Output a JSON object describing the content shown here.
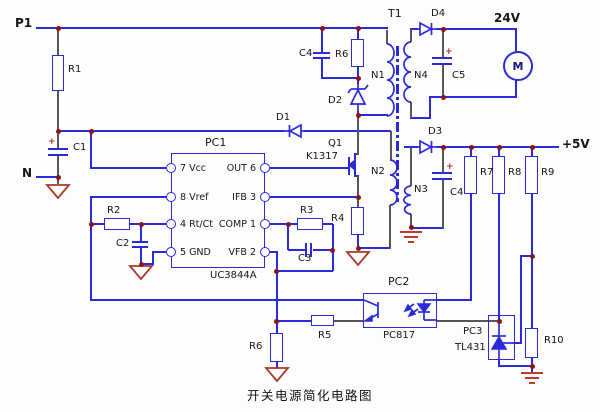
{
  "caption": "开关电源简化电路图",
  "rails": {
    "input_line": "P1",
    "input_neutral": "N",
    "output_24v": "24V",
    "output_5v": "+5V"
  },
  "controller": {
    "ref": "PC1",
    "part": "UC3844A",
    "pins_left": [
      "7 Vcc",
      "8 Vref",
      "4 Rt/Ct",
      "5 GND"
    ],
    "pins_right": [
      "OUT 6",
      "IFB 3",
      "COMP 1",
      "VFB 2"
    ]
  },
  "mosfet": {
    "ref": "Q1",
    "part": "K1317"
  },
  "optocoupler": {
    "ref": "PC2",
    "part": "PC817"
  },
  "shunt_regulator": {
    "ref": "PC3",
    "part": "TL431"
  },
  "transformer": {
    "ref": "T1",
    "windings": {
      "n1": "N1",
      "n2": "N2",
      "n3": "N3",
      "n4": "N4"
    }
  },
  "motor": {
    "label": "M"
  },
  "resistors": {
    "r1": "R1",
    "r2": "R2",
    "r3": "R3",
    "r4": "R4",
    "r5": "R5",
    "r6_snubber": "R6",
    "r6_divider": "R6",
    "r7": "R7",
    "r8": "R8",
    "r9": "R9",
    "r10": "R10"
  },
  "capacitors": {
    "c1": "C1",
    "c2": "C2",
    "c3": "C3",
    "c4_snubber": "C4",
    "c4_output": "C4",
    "c5": "C5",
    "polarity_mark": "+"
  },
  "diodes": {
    "d1": "D1",
    "d2": "D2",
    "d3": "D3",
    "d4": "D4"
  },
  "colors": {
    "wire": "#2a2ad8",
    "stub": "#55555c",
    "junction_dot": "#8c1414",
    "ground_primary": "#a53a28",
    "ground_secondary": "#c23a2a",
    "text": "#161616"
  }
}
